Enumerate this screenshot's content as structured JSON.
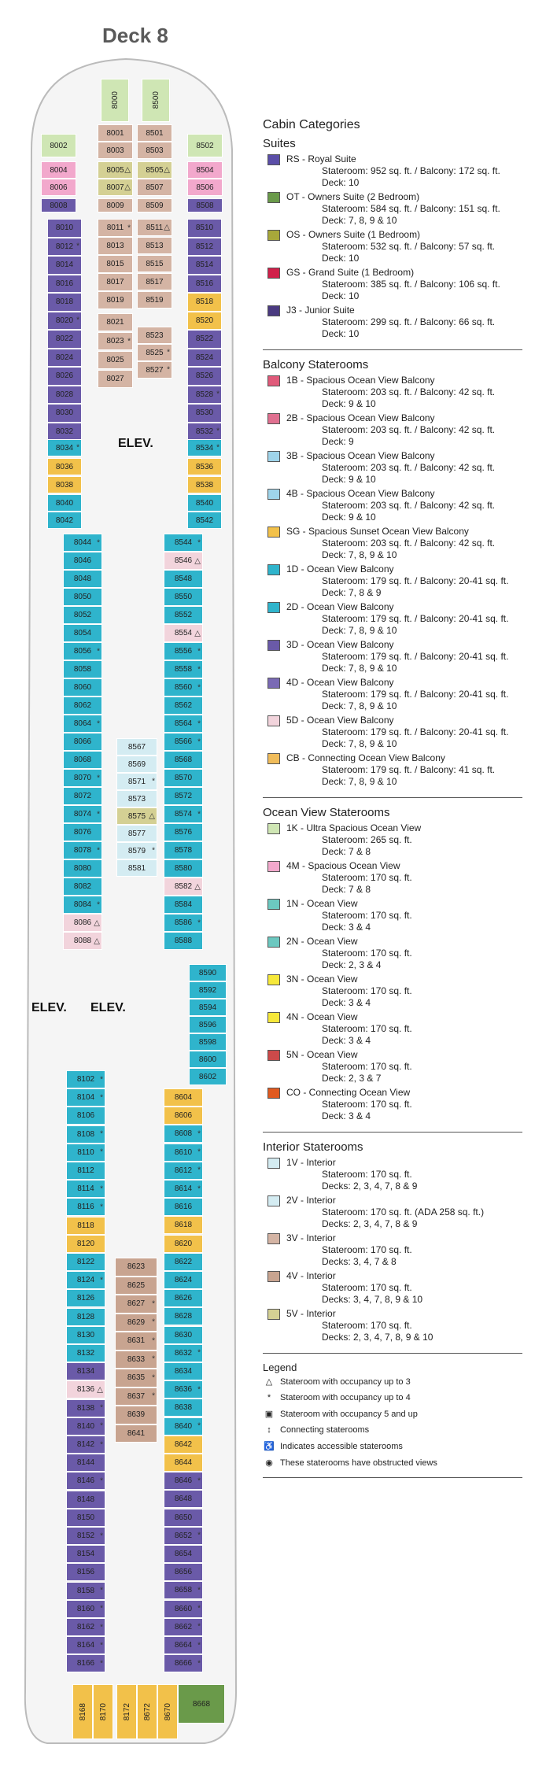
{
  "page": {
    "title": "Deck 8"
  },
  "colors": {
    "RS": "#5b4ea8",
    "OT": "#6a9a4a",
    "OS": "#a8a83a",
    "GS": "#d0204a",
    "J3": "#4a3a80",
    "B1": "#e05a7a",
    "B2": "#e07090",
    "B3": "#9fd4ea",
    "B4": "#9fd4ea",
    "SG": "#f2c14a",
    "D1": "#2fb4cc",
    "D2": "#2fb4cc",
    "D3": "#6a5aa8",
    "D4": "#7a6ab4",
    "D5": "#f2d4dc",
    "CB": "#f0bc5a",
    "K1": "#cfe6b4",
    "M4": "#f2a8cc",
    "N1": "#6cc8c0",
    "N2": "#6cc8c0",
    "N3": "#f6e83a",
    "N4": "#f6e83a",
    "N5": "#cc4a4a",
    "CO": "#e05a20",
    "V1": "#d4ecf2",
    "V2": "#d4ecf2",
    "V3": "#d4b4a4",
    "V4": "#c8a490",
    "V5": "#d4d094"
  },
  "categories_title": "Cabin Categories",
  "groups": [
    {
      "title": "Suites",
      "items": [
        {
          "code": "RS",
          "label": "RS - Royal Suite",
          "lines": [
            "Stateroom: 952 sq. ft. / Balcony: 172 sq. ft.",
            "Deck: 10"
          ],
          "swatch": "#5b4ea8"
        },
        {
          "code": "OT",
          "label": "OT - Owners Suite (2 Bedroom)",
          "lines": [
            "Stateroom: 584 sq. ft. / Balcony: 151 sq. ft.",
            "Deck: 7, 8, 9 & 10"
          ],
          "swatch": "#6a9a4a"
        },
        {
          "code": "OS",
          "label": "OS - Owners Suite (1 Bedroom)",
          "lines": [
            "Stateroom: 532 sq. ft. / Balcony: 57 sq. ft.",
            "Deck: 10"
          ],
          "swatch": "#a8a83a"
        },
        {
          "code": "GS",
          "label": "GS - Grand Suite (1 Bedroom)",
          "lines": [
            "Stateroom: 385 sq. ft. / Balcony: 106 sq. ft.",
            "Deck: 10"
          ],
          "swatch": "#d0204a"
        },
        {
          "code": "J3",
          "label": "J3 - Junior Suite",
          "lines": [
            "Stateroom: 299 sq. ft. / Balcony: 66 sq. ft.",
            "Deck: 10"
          ],
          "swatch": "#4a3a80"
        }
      ]
    },
    {
      "title": "Balcony Staterooms",
      "items": [
        {
          "code": "1B",
          "label": "1B - Spacious Ocean View Balcony",
          "lines": [
            "Stateroom: 203 sq. ft. / Balcony: 42 sq. ft.",
            "Deck: 9 & 10"
          ],
          "swatch": "#e05a7a"
        },
        {
          "code": "2B",
          "label": "2B - Spacious Ocean View Balcony",
          "lines": [
            "Stateroom: 203 sq. ft. / Balcony: 42 sq. ft.",
            "Deck: 9"
          ],
          "swatch": "#e07090"
        },
        {
          "code": "3B",
          "label": "3B - Spacious Ocean View Balcony",
          "lines": [
            "Stateroom: 203 sq. ft. / Balcony: 42 sq. ft.",
            "Deck: 9 & 10"
          ],
          "swatch": "#9fd4ea"
        },
        {
          "code": "4B",
          "label": "4B - Spacious Ocean View Balcony",
          "lines": [
            "Stateroom: 203 sq. ft. / Balcony: 42 sq. ft.",
            "Deck: 9 & 10"
          ],
          "swatch": "#9fd4ea"
        },
        {
          "code": "SG",
          "label": "SG - Spacious Sunset Ocean View Balcony",
          "lines": [
            "Stateroom: 203 sq. ft. / Balcony: 42 sq. ft.",
            "Deck: 7, 8, 9 & 10"
          ],
          "swatch": "#f2c14a"
        },
        {
          "code": "1D",
          "label": "1D - Ocean View Balcony",
          "lines": [
            "Stateroom: 179 sq. ft. / Balcony: 20-41 sq. ft.",
            "Deck: 7, 8 & 9"
          ],
          "swatch": "#2fb4cc"
        },
        {
          "code": "2D",
          "label": "2D - Ocean View Balcony",
          "lines": [
            "Stateroom: 179 sq. ft. / Balcony: 20-41 sq. ft.",
            "Deck: 7, 8, 9 & 10"
          ],
          "swatch": "#2fb4cc"
        },
        {
          "code": "3D",
          "label": "3D - Ocean View Balcony",
          "lines": [
            "Stateroom: 179 sq. ft. / Balcony: 20-41 sq. ft.",
            "Deck: 7, 8, 9 & 10"
          ],
          "swatch": "#6a5aa8"
        },
        {
          "code": "4D",
          "label": "4D - Ocean View Balcony",
          "lines": [
            "Stateroom: 179 sq. ft. / Balcony: 20-41 sq. ft.",
            "Deck: 7, 8, 9 & 10"
          ],
          "swatch": "#7a6ab4"
        },
        {
          "code": "5D",
          "label": "5D - Ocean View Balcony",
          "lines": [
            "Stateroom: 179 sq. ft. / Balcony: 20-41 sq. ft.",
            "Deck: 7, 8, 9 & 10"
          ],
          "swatch": "#f2d4dc"
        },
        {
          "code": "CB",
          "label": "CB - Connecting Ocean View Balcony",
          "lines": [
            "Stateroom: 179 sq. ft. / Balcony: 41 sq. ft.",
            "Deck: 7, 8, 9 & 10"
          ],
          "swatch": "#f0bc5a"
        }
      ]
    },
    {
      "title": "Ocean View Staterooms",
      "items": [
        {
          "code": "1K",
          "label": "1K - Ultra Spacious Ocean View",
          "lines": [
            "Stateroom: 265 sq. ft.",
            "Deck: 7 & 8"
          ],
          "swatch": "#cfe6b4"
        },
        {
          "code": "4M",
          "label": "4M - Spacious Ocean View",
          "lines": [
            "Stateroom: 170 sq. ft.",
            "Deck: 7 & 8"
          ],
          "swatch": "#f2a8cc"
        },
        {
          "code": "1N",
          "label": "1N - Ocean View",
          "lines": [
            "Stateroom: 170 sq. ft.",
            "Deck: 3 & 4"
          ],
          "swatch": "#6cc8c0"
        },
        {
          "code": "2N",
          "label": "2N - Ocean View",
          "lines": [
            "Stateroom: 170 sq. ft.",
            "Deck: 2, 3 & 4"
          ],
          "swatch": "#6cc8c0"
        },
        {
          "code": "3N",
          "label": "3N - Ocean View",
          "lines": [
            "Stateroom: 170 sq. ft.",
            "Deck: 3 & 4"
          ],
          "swatch": "#f6e83a"
        },
        {
          "code": "4N",
          "label": "4N - Ocean View",
          "lines": [
            "Stateroom: 170 sq. ft.",
            "Deck: 3 & 4"
          ],
          "swatch": "#f6e83a"
        },
        {
          "code": "5N",
          "label": "5N - Ocean View",
          "lines": [
            "Stateroom: 170 sq. ft.",
            "Deck: 2, 3 & 7"
          ],
          "swatch": "#cc4a4a"
        },
        {
          "code": "CO",
          "label": "CO - Connecting Ocean View",
          "lines": [
            "Stateroom: 170 sq. ft.",
            "Deck: 3 & 4"
          ],
          "swatch": "#e05a20"
        }
      ]
    },
    {
      "title": "Interior Staterooms",
      "items": [
        {
          "code": "1V",
          "label": "1V - Interior",
          "lines": [
            "Stateroom: 170 sq. ft.",
            "Decks: 2, 3, 4, 7, 8 & 9"
          ],
          "swatch": "#d4ecf2"
        },
        {
          "code": "2V",
          "label": "2V - Interior",
          "lines": [
            "Stateroom: 170 sq. ft. (ADA 258 sq. ft.)",
            "Decks: 2, 3, 4, 7, 8 & 9"
          ],
          "swatch": "#d4ecf2"
        },
        {
          "code": "3V",
          "label": "3V - Interior",
          "lines": [
            "Stateroom: 170 sq. ft.",
            "Decks: 3, 4, 7 & 8"
          ],
          "swatch": "#d4b4a4"
        },
        {
          "code": "4V",
          "label": "4V - Interior",
          "lines": [
            "Stateroom: 170 sq. ft.",
            "Decks: 3, 4, 7, 8, 9 & 10"
          ],
          "swatch": "#c8a490"
        },
        {
          "code": "5V",
          "label": "5V - Interior",
          "lines": [
            "Stateroom: 170 sq. ft.",
            "Decks: 2, 3, 4, 7, 8, 9 & 10"
          ],
          "swatch": "#d4d094"
        }
      ]
    }
  ],
  "legend": {
    "title": "Legend",
    "items": [
      {
        "symbol": "△",
        "icon": "triangle-icon",
        "text": "Stateroom with occupancy up to 3"
      },
      {
        "symbol": "*",
        "icon": "asterisk-icon",
        "text": "Stateroom with occupancy up to 4"
      },
      {
        "symbol": "▣",
        "icon": "group-icon",
        "text": "Stateroom with occupancy 5 and up"
      },
      {
        "symbol": "↕",
        "icon": "connecting-arrow-icon",
        "text": "Connecting staterooms"
      },
      {
        "symbol": "♿",
        "icon": "accessible-icon",
        "text": "Indicates accessible staterooms"
      },
      {
        "symbol": "◉",
        "icon": "obstructed-view-icon",
        "text": "These staterooms have obstructed views"
      }
    ]
  },
  "elevators": {
    "label": "ELEV."
  },
  "cabins": {
    "forward": [
      {
        "id": "8000",
        "c": "K1"
      },
      {
        "id": "8500",
        "c": "K1"
      },
      {
        "id": "8002",
        "c": "K1"
      },
      {
        "id": "8502",
        "c": "K1"
      },
      {
        "id": "8001",
        "c": "V3"
      },
      {
        "id": "8501",
        "c": "V3"
      },
      {
        "id": "8003",
        "c": "V3"
      },
      {
        "id": "8503",
        "c": "V3"
      },
      {
        "id": "8004",
        "c": "M4"
      },
      {
        "id": "8504",
        "c": "M4"
      },
      {
        "id": "8006",
        "c": "M4"
      },
      {
        "id": "8506",
        "c": "M4"
      },
      {
        "id": "8005",
        "c": "V5"
      },
      {
        "id": "8505",
        "c": "V5"
      },
      {
        "id": "8007",
        "c": "V5"
      },
      {
        "id": "8507",
        "c": "V3"
      },
      {
        "id": "8008",
        "c": "D3"
      },
      {
        "id": "8508",
        "c": "D3"
      },
      {
        "id": "8009",
        "c": "V3"
      },
      {
        "id": "8509",
        "c": "V3"
      }
    ],
    "port_fwd": [
      "8010",
      "8012",
      "8014",
      "8016",
      "8018",
      "8020",
      "8022",
      "8024",
      "8026",
      "8028",
      "8030",
      "8032"
    ],
    "stbd_fwd": [
      "8510",
      "8512",
      "8514",
      "8516",
      "8518",
      "8520",
      "8522",
      "8524",
      "8526",
      "8528",
      "8530",
      "8532"
    ],
    "inner_fwd_left": [
      "8011",
      "8013",
      "8015",
      "8017",
      "8019",
      "8021",
      "8023",
      "8025",
      "8027"
    ],
    "inner_fwd_right": [
      "8511",
      "8513",
      "8515",
      "8517",
      "8519",
      "8523",
      "8525",
      "8527"
    ],
    "mid_fwd_port": [
      "8034",
      "8036",
      "8038",
      "8040",
      "8042"
    ],
    "mid_fwd_stbd": [
      "8534",
      "8536",
      "8538",
      "8540",
      "8542"
    ],
    "port_mid": [
      "8044",
      "8046",
      "8048",
      "8050",
      "8052",
      "8054",
      "8056",
      "8058",
      "8060",
      "8062",
      "8064",
      "8066",
      "8068",
      "8070",
      "8072",
      "8074",
      "8076",
      "8078",
      "8080",
      "8082",
      "8084",
      "8086",
      "8088"
    ],
    "stbd_mid": [
      "8544",
      "8546",
      "8548",
      "8550",
      "8552",
      "8554",
      "8556",
      "8558",
      "8560",
      "8562",
      "8564",
      "8566",
      "8568",
      "8570",
      "8572",
      "8574",
      "8576",
      "8578",
      "8580",
      "8582",
      "8584",
      "8586",
      "8588"
    ],
    "inner_mid": [
      "8567",
      "8569",
      "8571",
      "8573",
      "8575",
      "8577",
      "8579",
      "8581"
    ],
    "stbd_elev": [
      "8590",
      "8592",
      "8594",
      "8596",
      "8598",
      "8600",
      "8602"
    ],
    "port_aft": [
      "8102",
      "8104",
      "8106",
      "8108",
      "8110",
      "8112",
      "8114",
      "8116",
      "8118",
      "8120",
      "8122",
      "8124",
      "8126",
      "8128",
      "8130",
      "8132",
      "8134",
      "8136",
      "8138",
      "8140",
      "8142",
      "8144",
      "8146",
      "8148",
      "8150",
      "8152",
      "8154",
      "8156",
      "8158",
      "8160",
      "8162",
      "8164",
      "8166"
    ],
    "stbd_aft": [
      "8604",
      "8606",
      "8608",
      "8610",
      "8612",
      "8614",
      "8616",
      "8618",
      "8620",
      "8622",
      "8624",
      "8626",
      "8628",
      "8630",
      "8632",
      "8634",
      "8636",
      "8638",
      "8640",
      "8642",
      "8644",
      "8646",
      "8648",
      "8650",
      "8652",
      "8654",
      "8656",
      "8658",
      "8660",
      "8662",
      "8664",
      "8666"
    ],
    "inner_aft": [
      "8623",
      "8625",
      "8627",
      "8629",
      "8631",
      "8633",
      "8635",
      "8637",
      "8639",
      "8641"
    ],
    "stern": [
      "8168",
      "8170",
      "8172",
      "8672",
      "8670",
      "8668"
    ]
  }
}
